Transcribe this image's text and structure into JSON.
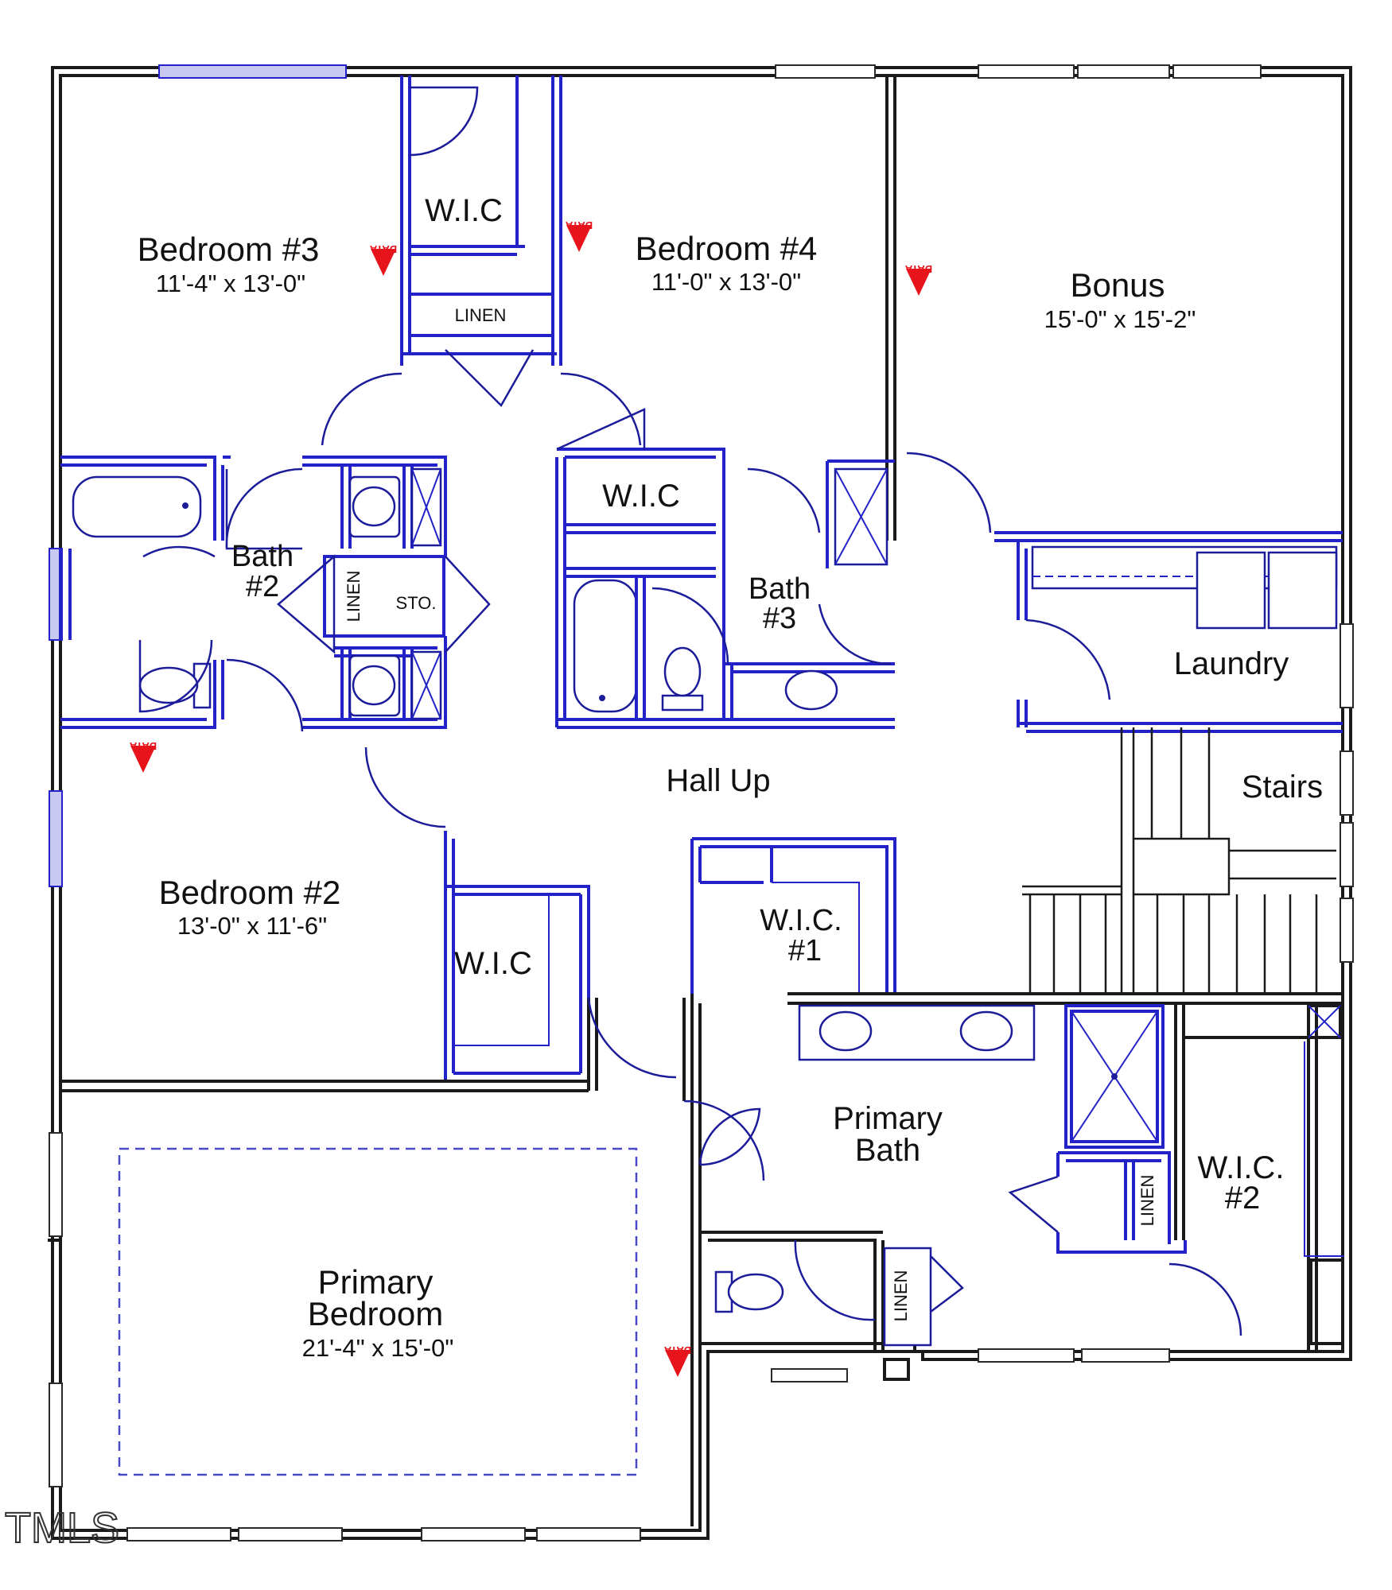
{
  "rooms": {
    "bedroom3": {
      "name": "Bedroom #3",
      "dim": "11'-4\" x 13'-0\""
    },
    "bedroom4": {
      "name": "Bedroom #4",
      "dim": "11'-0\" x 13'-0\""
    },
    "bonus": {
      "name": "Bonus",
      "dim": "15'-0\" x 15'-2\""
    },
    "bedroom2": {
      "name": "Bedroom #2",
      "dim": "13'-0\" x 11'-6\""
    },
    "primary_bedroom": {
      "name_line1": "Primary",
      "name_line2": "Bedroom",
      "dim": "21'-4\" x 15'-0\""
    },
    "bath2": {
      "line1": "Bath",
      "line2": "#2"
    },
    "bath3": {
      "line1": "Bath",
      "line2": "#3"
    },
    "primary_bath": {
      "line1": "Primary",
      "line2": "Bath"
    },
    "hall": "Hall Up",
    "laundry": "Laundry",
    "stairs": "Stairs",
    "wic_top": "W.I.C",
    "wic_mid": "W.I.C",
    "wic_bed2": "W.I.C",
    "wic1": {
      "line1": "W.I.C.",
      "line2": "#1"
    },
    "wic2": {
      "line1": "W.I.C.",
      "line2": "#2"
    },
    "linen_top": "LINEN",
    "linen_bath2": "LINEN",
    "linen_primary": "LINEN",
    "linen_toilet": "LINEN",
    "sto": "STO."
  },
  "data_marker": "DATA",
  "watermark": "TMLS",
  "colors": {
    "wall": "#1a1a1a",
    "interior": "#2222c8",
    "marker": "#e8141c"
  }
}
